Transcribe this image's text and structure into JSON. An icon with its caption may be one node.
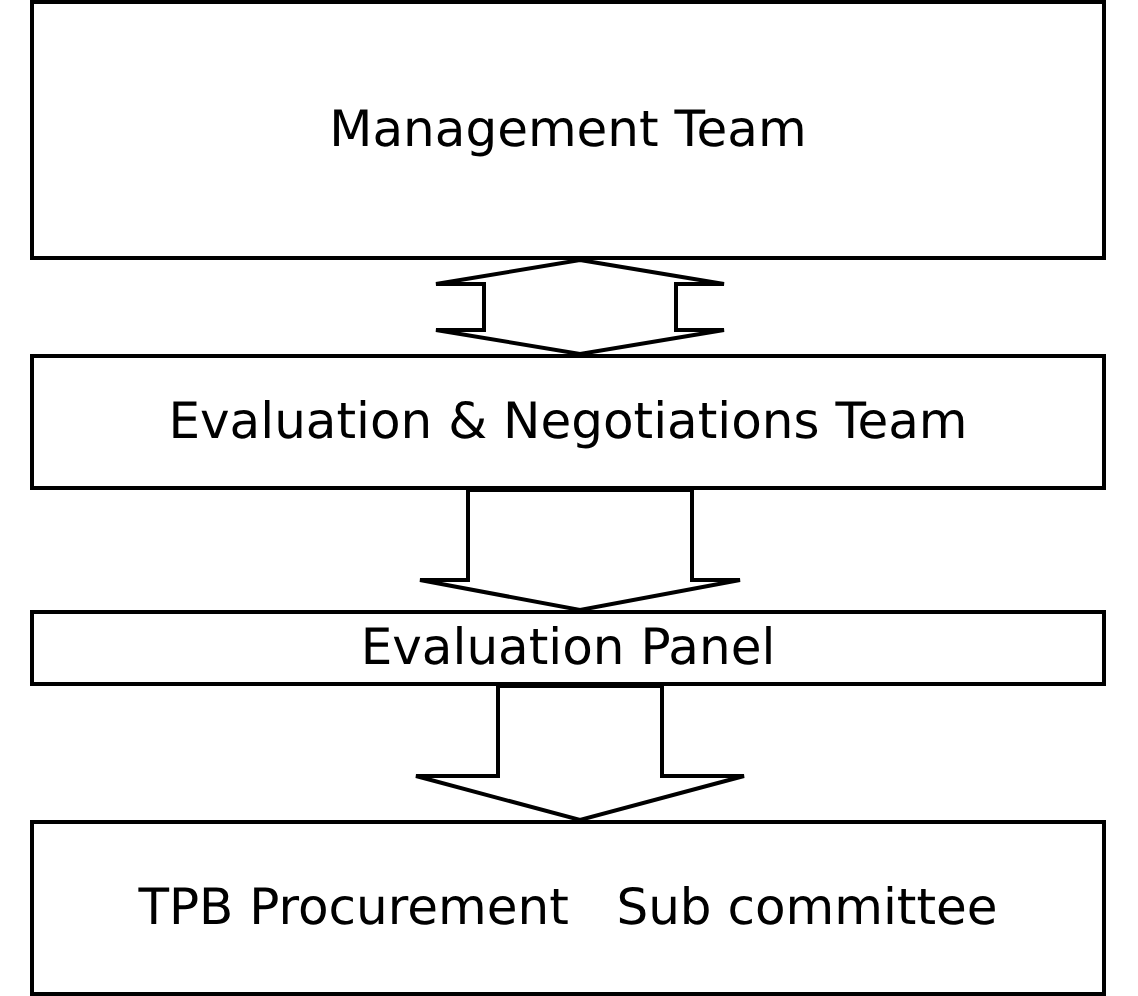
{
  "diagram": {
    "nodes": [
      {
        "text": [
          "Management Team"
        ]
      },
      {
        "text": [
          "Evaluation & Negotiations Team"
        ]
      },
      {
        "text": [
          "Evaluation Panel"
        ]
      },
      {
        "text": [
          "TPB Procurement   Sub committee"
        ]
      }
    ],
    "edges": [
      {
        "from": 0,
        "to": 1,
        "arrow": "both"
      },
      {
        "from": 1,
        "to": 2,
        "arrow": "to"
      },
      {
        "from": 2,
        "to": 3,
        "arrow": "to"
      }
    ]
  }
}
